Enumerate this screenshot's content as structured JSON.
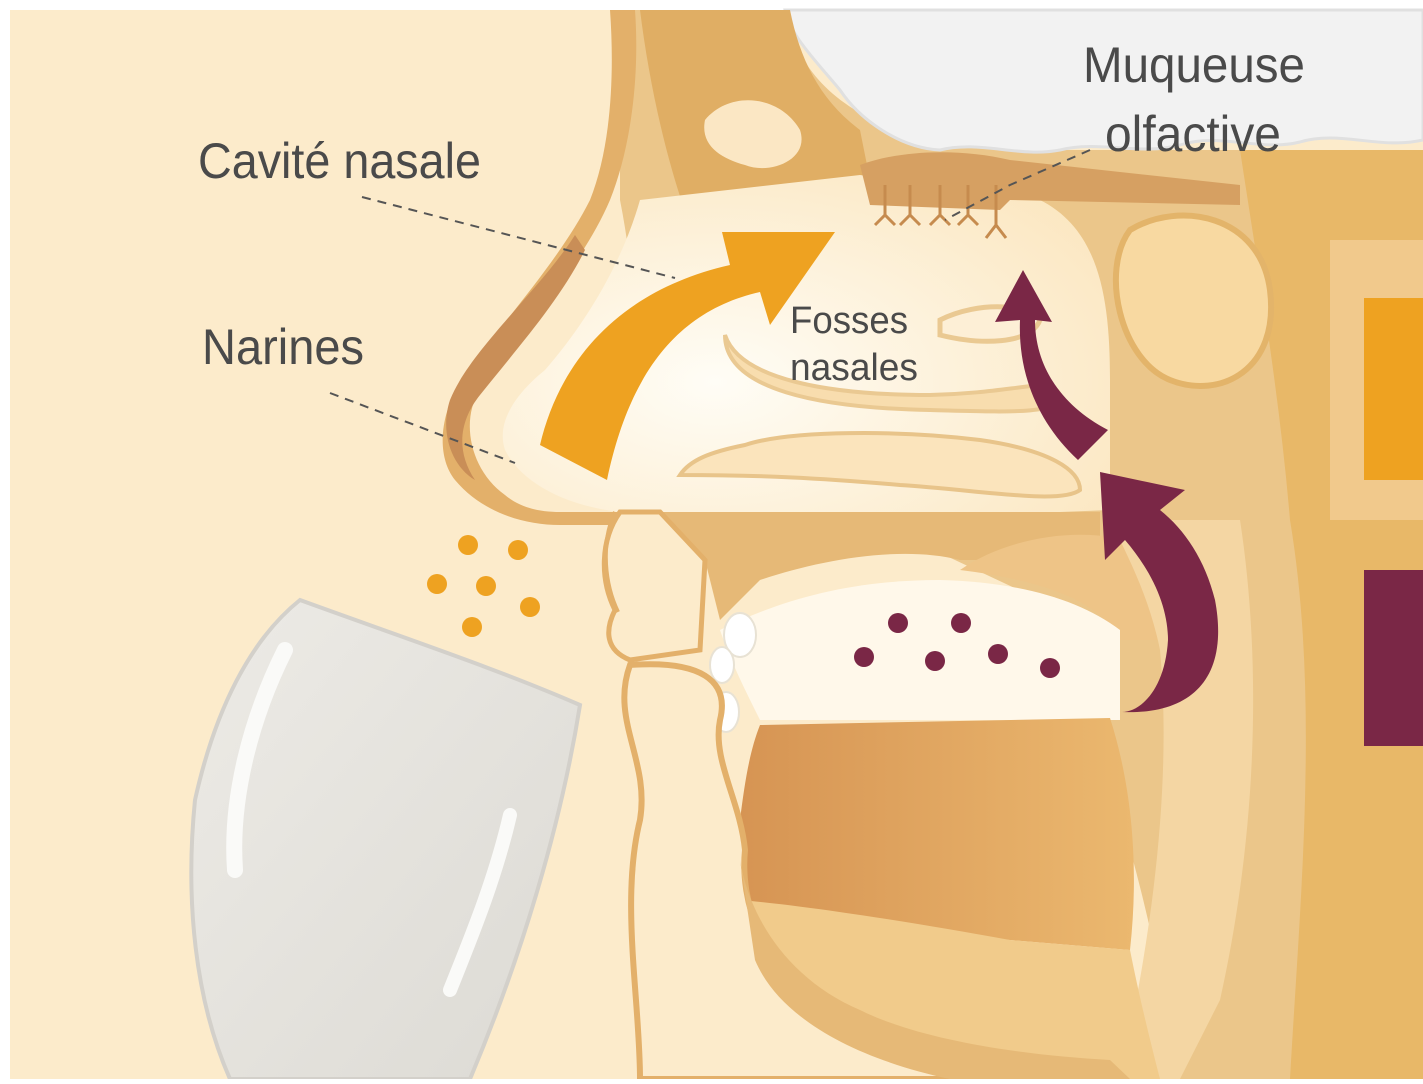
{
  "labels": {
    "cavite_nasale": "Cavité nasale",
    "narines": "Narines",
    "fosses_line1": "Fosses",
    "fosses_line2": "nasales",
    "muqueuse_line1": "Muqueuse",
    "muqueuse_line2": "olfactive"
  },
  "pathways": {
    "orthonasal": {
      "color": "#EEA221"
    },
    "retronasal": {
      "color": "#7A2746"
    }
  },
  "colors": {
    "background": "#FCEBCB",
    "cavity": "#FFF6E3",
    "bone": "#E2B46E",
    "bone_dark": "#D49654",
    "glass": "#E6E4DE",
    "brain": "#F2F2F2"
  }
}
